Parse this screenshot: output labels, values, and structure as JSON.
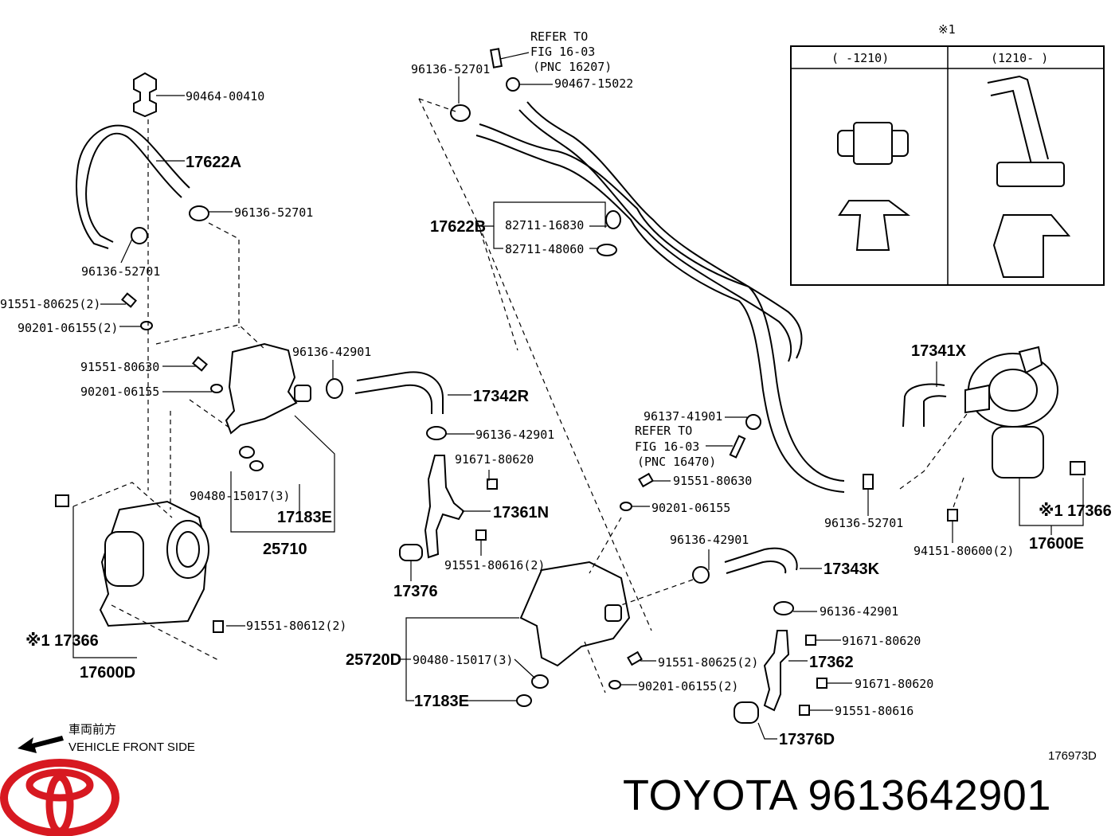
{
  "labels": {
    "p90464_00410": "90464-00410",
    "p17622A": "17622A",
    "p96136_52701_a": "96136-52701",
    "p96136_52701_b": "96136-52701",
    "p91551_80625_2_a": "91551-80625(2)",
    "p90201_06155_2_a": "90201-06155(2)",
    "p91551_80630_a": "91551-80630",
    "p90201_06155_a": "90201-06155",
    "p96136_42901_a": "96136-42901",
    "p17342R": "17342R",
    "p96136_42901_b": "96136-42901",
    "p90480_15017_3_a": "90480-15017(3)",
    "p17183E_a": "17183E",
    "p25710": "25710",
    "p91671_80620_a": "91671-80620",
    "p17361N": "17361N",
    "p17376": "17376",
    "p91551_80616_2": "91551-80616(2)",
    "p17366_a": "※1 17366",
    "p17600D": "17600D",
    "p91551_80612_2": "91551-80612(2)",
    "p96136_52701_c": "96136-52701",
    "refer_top_1": "REFER TO",
    "refer_top_2": "FIG 16-03",
    "refer_top_3": "(PNC 16207)",
    "p90467_15022": "90467-15022",
    "p17622B": "17622B",
    "p82711_16830": "82711-16830",
    "p82711_48060": "82711-48060",
    "p96137_41901": "96137-41901",
    "refer_mid_1": "REFER TO",
    "refer_mid_2": "FIG 16-03",
    "refer_mid_3": "(PNC 16470)",
    "p91551_80630_b": "91551-80630",
    "p90201_06155_b": "90201-06155",
    "p96136_42901_c": "96136-42901",
    "p17343K": "17343K",
    "p96136_42901_d": "96136-42901",
    "p25720D": "25720D",
    "p90480_15017_3_b": "90480-15017(3)",
    "p17183E_b": "17183E",
    "p91551_80625_2_b": "91551-80625(2)",
    "p90201_06155_2_b": "90201-06155(2)",
    "p91671_80620_b": "91671-80620",
    "p17362": "17362",
    "p91671_80620_c": "91671-80620",
    "p91551_80616": "91551-80616",
    "p17376D": "17376D",
    "p96136_52701_d": "96136-52701",
    "p17341X": "17341X",
    "p94151_80600_2": "94151-80600(2)",
    "p17366_b": "※1 17366",
    "p17600E": "17600E",
    "inset_mark": "※1",
    "inset_col1": "(    -1210)",
    "inset_col2": "(1210-    )",
    "front_jp": "車両前方",
    "front_en": "VEHICLE FRONT SIDE",
    "fig_number": "176973D"
  },
  "brand": {
    "caption": "TOYOTA 9613642901",
    "logo_color": "#d71921"
  }
}
